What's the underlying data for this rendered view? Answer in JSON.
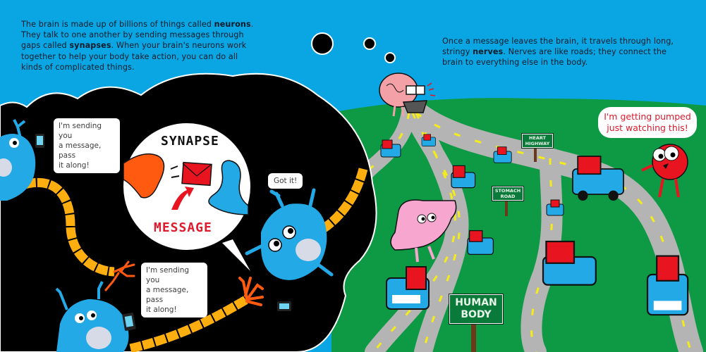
{
  "page": {
    "kind": "illustrated book spread",
    "colors": {
      "sky": "#0aa6e3",
      "grass": "#0e9a44",
      "road": "#b4b4b4",
      "road_stripe": "#f4ec1a",
      "thought_cloud": "#000000",
      "neuron": "#22a9e6",
      "axon": "#ffae0f",
      "terminal": "#ff5a10",
      "envelope": "#e8141f",
      "sign": "#0a7a3a"
    }
  },
  "left_page": {
    "caption": {
      "text_parts": [
        {
          "t": "The brain is made up of billions of things called ",
          "bold": false
        },
        {
          "t": "neurons",
          "bold": true
        },
        {
          "t": ". They talk to one another by sending messages through gaps called ",
          "bold": false
        },
        {
          "t": "synapses",
          "bold": true
        },
        {
          "t": ". When your brain's neurons work together to help your body take action, you can do all kinds of complicated things.",
          "bold": false
        }
      ],
      "lines": [
        "The brain is made up of billions of things called neurons.",
        "They talk to one another by sending messages through",
        "gaps called synapses. When your brain's neurons work",
        "together to help your body take action, you can do",
        "all kinds of complicated things."
      ]
    },
    "speech_bubbles": [
      {
        "speaker": "neuron-top-left",
        "text": "I'm sending you\na message, pass\nit along!"
      },
      {
        "speaker": "neuron-bottom-left",
        "text": "I'm sending you\na message, pass\nit along!"
      },
      {
        "speaker": "neuron-right",
        "text": "Got it!"
      }
    ],
    "synapse_diagram": {
      "title": "SYNAPSE",
      "label": "MESSAGE"
    }
  },
  "right_page": {
    "caption": {
      "text_parts": [
        {
          "t": "Once a message leaves the brain, it travels through long, stringy ",
          "bold": false
        },
        {
          "t": "nerves",
          "bold": true
        },
        {
          "t": ". Nerves are like roads; they connect the brain to everything else in the body.",
          "bold": false
        }
      ],
      "lines": [
        "Once a message leaves the brain, it travels through long,",
        "stringy nerves. Nerves are like roads; they connect the brain",
        "to everything else in the body."
      ]
    },
    "heart_bubble": {
      "text": "I'm getting pumped\njust watching this!"
    },
    "signs": {
      "heart": "HEART\nHIGHWAY",
      "stomach": "STOMACH\nROAD",
      "body": "HUMAN\nBODY"
    }
  }
}
